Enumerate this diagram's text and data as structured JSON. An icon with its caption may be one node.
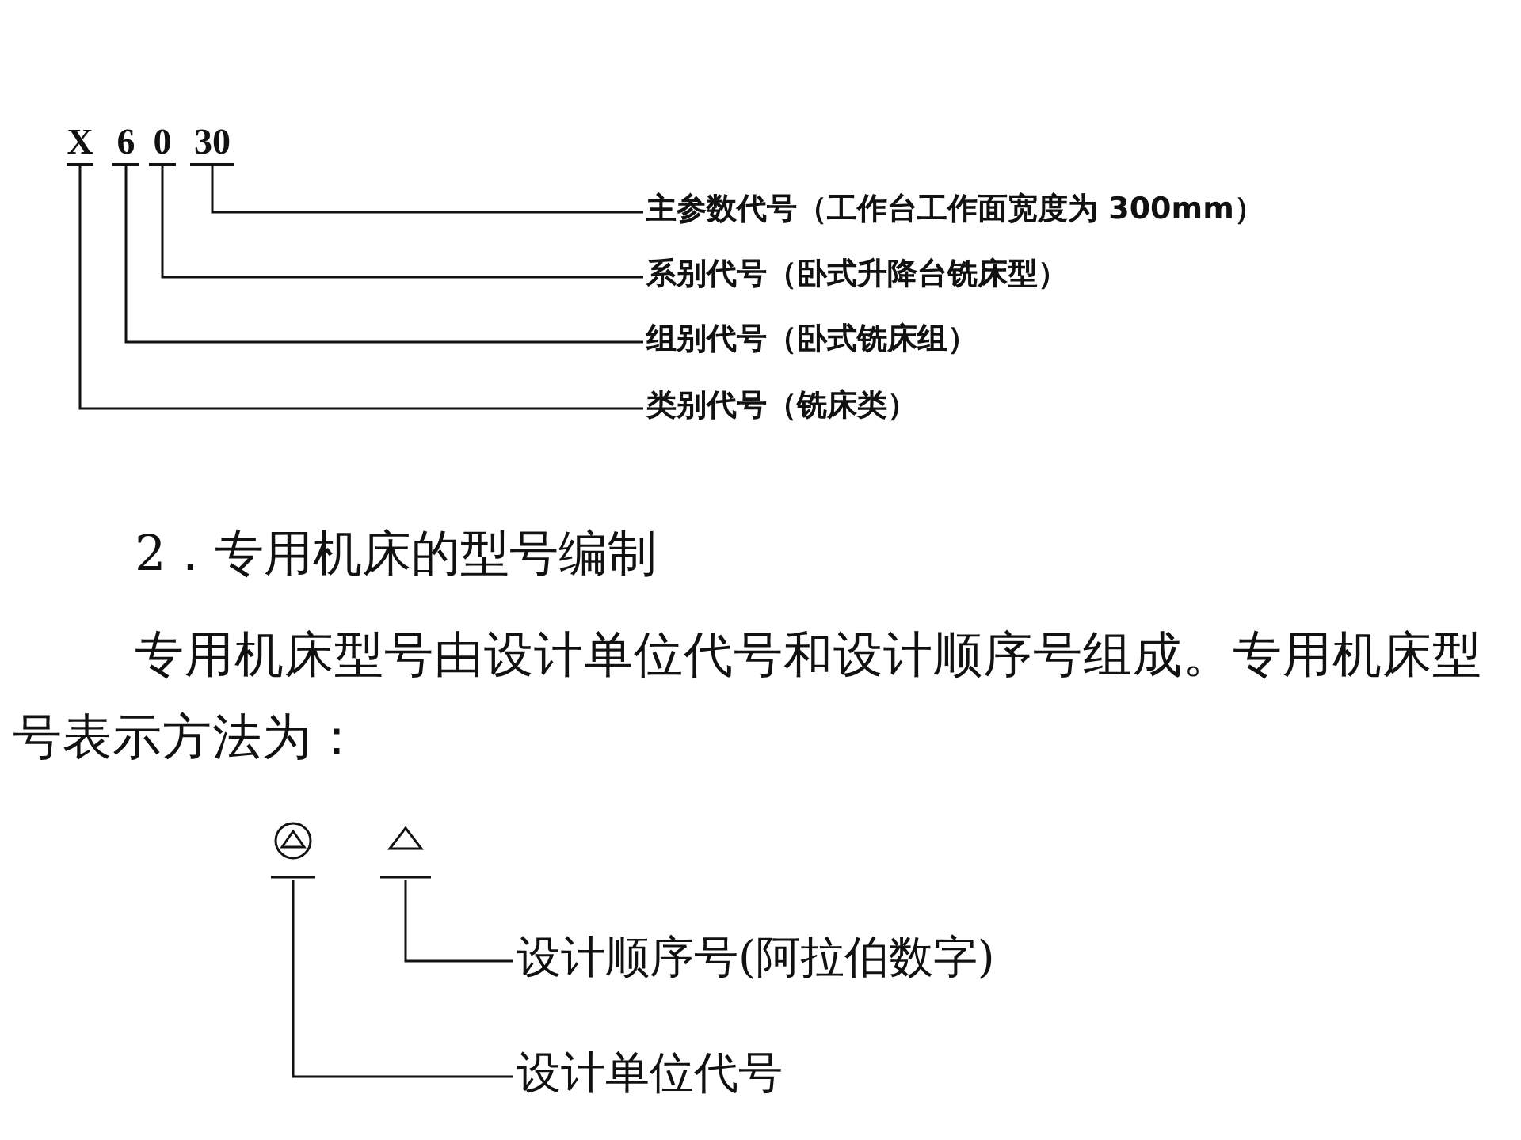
{
  "diagram": {
    "nodes": [
      {
        "text": [
          "X"
        ]
      },
      {
        "text": [
          "6"
        ]
      },
      {
        "text": [
          "0"
        ]
      },
      {
        "text": [
          "30"
        ]
      },
      {
        "text": [
          "主参数代号（工作台工作面宽度为 300mm）"
        ]
      },
      {
        "text": [
          "系别代号（卧式升降台铣床型）"
        ]
      },
      {
        "text": [
          "组别代号（卧式铣床组）"
        ]
      },
      {
        "text": [
          "类别代号（铣床类）"
        ]
      },
      {
        "text": [],
        "shape": "circle"
      },
      {
        "text": [],
        "shape": "triangle"
      },
      {
        "text": [
          "设计顺序号(阿拉伯数字)"
        ]
      },
      {
        "text": [
          "设计单位代号"
        ]
      }
    ],
    "edges": [
      {
        "from": 3,
        "to": 4,
        "arrow": "none"
      },
      {
        "from": 2,
        "to": 5,
        "arrow": "none"
      },
      {
        "from": 1,
        "to": 6,
        "arrow": "none"
      },
      {
        "from": 0,
        "to": 7,
        "arrow": "none"
      },
      {
        "from": 9,
        "to": 10,
        "arrow": "none"
      },
      {
        "from": 8,
        "to": 11,
        "arrow": "none"
      }
    ],
    "labels": [
      "2．专用机床的型号编制",
      "专用机床型号由设计单位代号和设计顺序号组成。专用机床型号表示方法为："
    ]
  }
}
